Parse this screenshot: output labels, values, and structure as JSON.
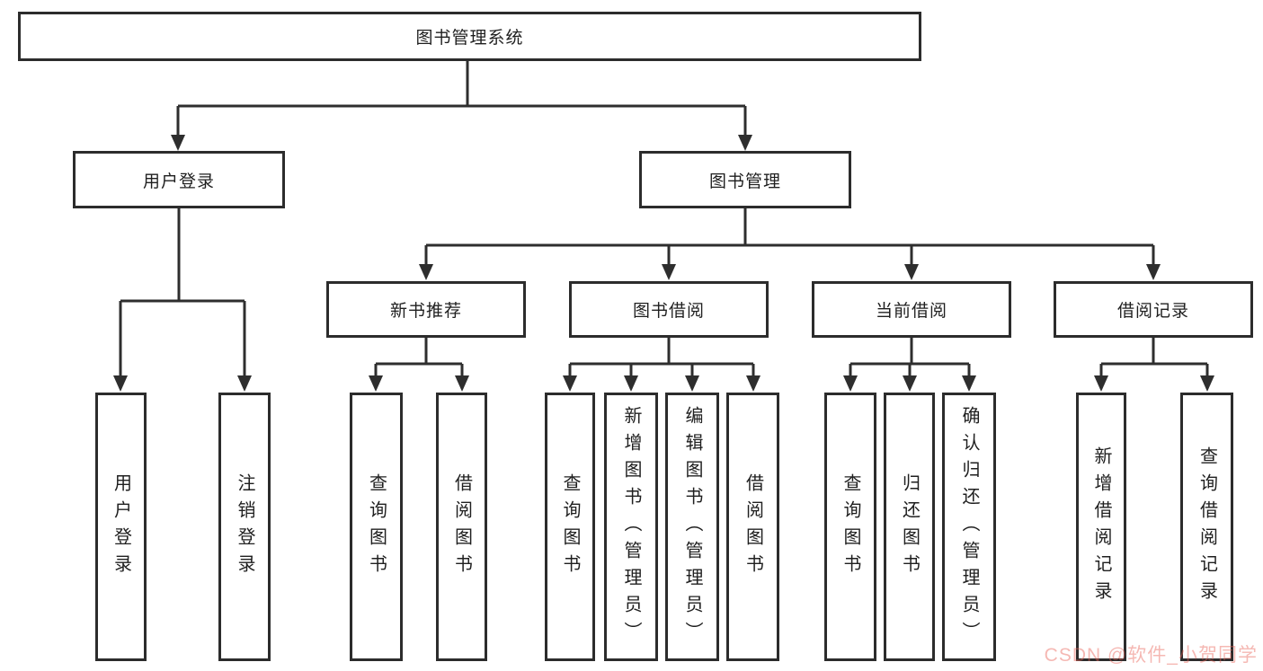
{
  "diagram_title": "图书管理系统",
  "colors": {
    "line": "#2e2e2e",
    "box_border": "#2c2c2c",
    "text": "#1f1f1f",
    "background": "#ffffff",
    "watermark": "#f0a59e"
  },
  "nodes": {
    "root": {
      "label": "图书管理系统"
    },
    "user_login": {
      "label": "用户登录"
    },
    "book_mgmt": {
      "label": "图书管理"
    },
    "new_book": {
      "label": "新书推荐"
    },
    "book_borrow": {
      "label": "图书借阅"
    },
    "current_borrow": {
      "label": "当前借阅"
    },
    "borrow_record": {
      "label": "借阅记录"
    },
    "leaf_user_login": {
      "label": "用户登录"
    },
    "leaf_logout": {
      "label": "注销登录"
    },
    "leaf_nb_query": {
      "label": "查询图书"
    },
    "leaf_nb_borrow": {
      "label": "借阅图书"
    },
    "leaf_bb_query": {
      "label": "查询图书"
    },
    "leaf_bb_add": {
      "label": "新增图书（管理员）"
    },
    "leaf_bb_edit": {
      "label": "编辑图书（管理员）"
    },
    "leaf_bb_borrow": {
      "label": "借阅图书"
    },
    "leaf_cb_query": {
      "label": "查询图书"
    },
    "leaf_cb_return": {
      "label": "归还图书"
    },
    "leaf_cb_confirm": {
      "label": "确认归还（管理员）"
    },
    "leaf_br_add": {
      "label": "新增借阅记录"
    },
    "leaf_br_query": {
      "label": "查询借阅记录"
    }
  },
  "hierarchy": {
    "图书管理系统": {
      "用户登录": [
        "用户登录",
        "注销登录"
      ],
      "图书管理": {
        "新书推荐": [
          "查询图书",
          "借阅图书"
        ],
        "图书借阅": [
          "查询图书",
          "新增图书（管理员）",
          "编辑图书（管理员）",
          "借阅图书"
        ],
        "当前借阅": [
          "查询图书",
          "归还图书",
          "确认归还（管理员）"
        ],
        "借阅记录": [
          "新增借阅记录",
          "查询借阅记录"
        ]
      }
    }
  },
  "watermark": {
    "text": "CSDN @软件_小贺同学"
  }
}
